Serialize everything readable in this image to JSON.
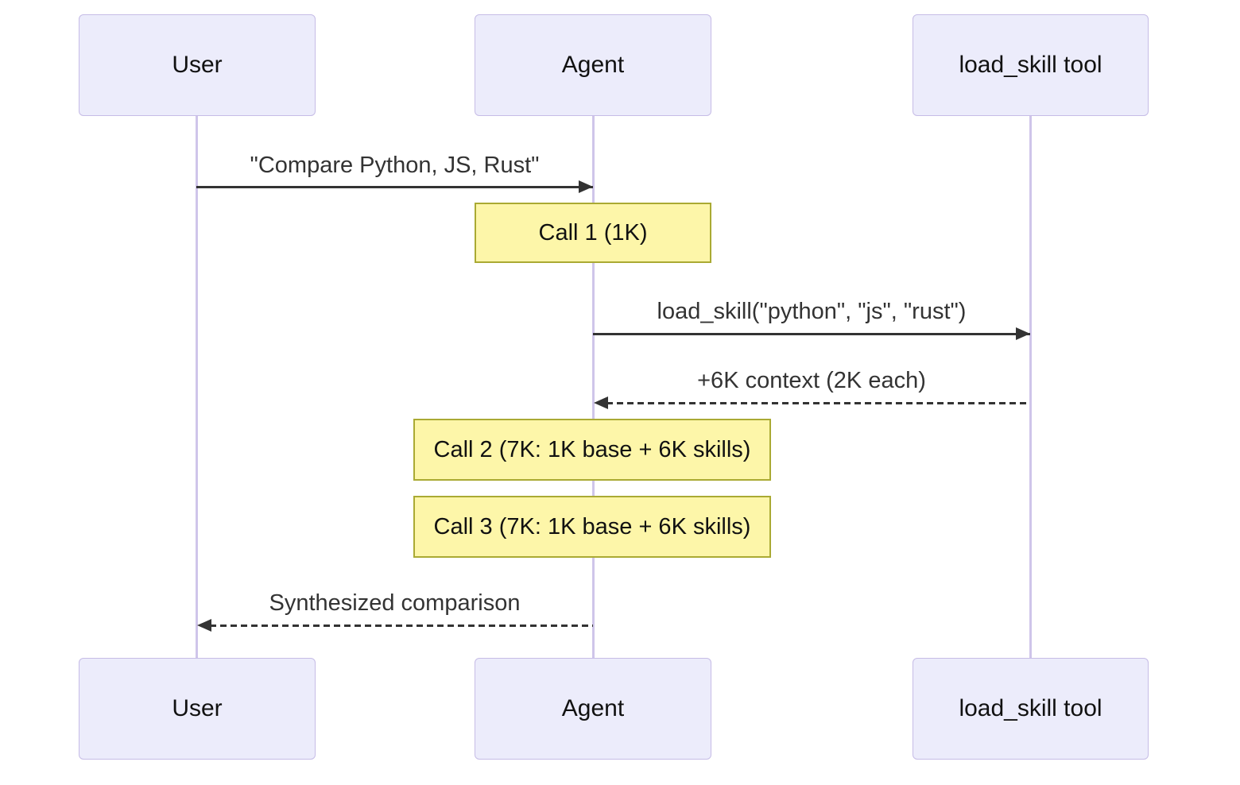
{
  "diagram_type": "sequence-diagram",
  "colors": {
    "background": "#ffffff",
    "actor_fill": "#ececfb",
    "actor_border": "#c6bce6",
    "lifeline": "#cfc5ea",
    "note_fill": "#fdf6a9",
    "note_border": "#aaaa33",
    "message_line": "#333333",
    "message_text": "#333333",
    "actor_text": "#111111"
  },
  "actors": [
    {
      "label": "User"
    },
    {
      "label": "Agent"
    },
    {
      "label": "load_skill tool"
    }
  ],
  "messages": [
    {
      "label": "\"Compare Python, JS, Rust\"",
      "from": "User",
      "to": "Agent",
      "line": "solid"
    },
    {
      "label": "load_skill(\"python\", \"js\", \"rust\")",
      "from": "Agent",
      "to": "load_skill tool",
      "line": "solid"
    },
    {
      "label": "+6K context (2K each)",
      "from": "load_skill tool",
      "to": "Agent",
      "line": "dashed"
    },
    {
      "label": "Synthesized comparison",
      "from": "Agent",
      "to": "User",
      "line": "dashed"
    }
  ],
  "notes": [
    {
      "label": "Call 1 (1K)",
      "over": "Agent"
    },
    {
      "label": "Call 2 (7K: 1K base + 6K skills)",
      "over": "Agent"
    },
    {
      "label": "Call 3 (7K: 1K base + 6K skills)",
      "over": "Agent"
    }
  ]
}
